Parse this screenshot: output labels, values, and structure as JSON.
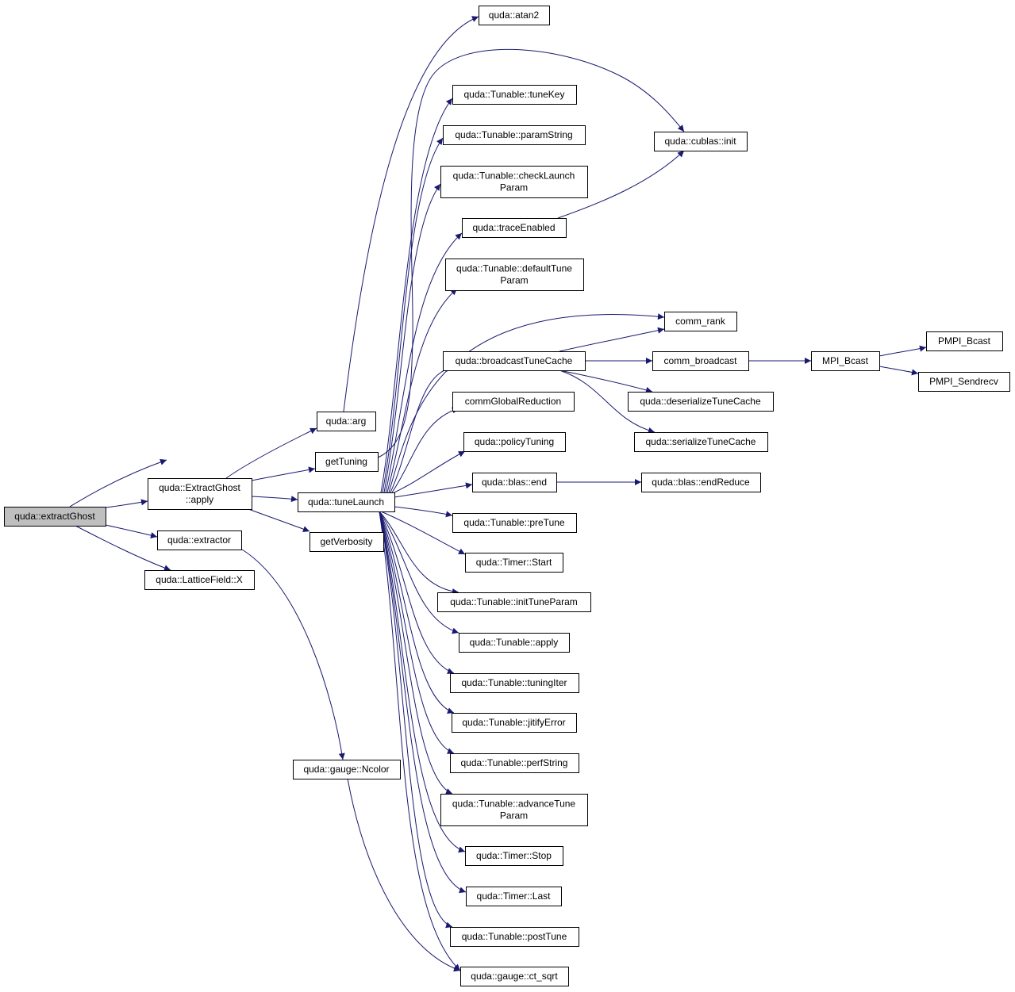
{
  "graph": {
    "title": "",
    "colors": {
      "edge": "#191970",
      "node_border": "#000000",
      "node_fill": "#ffffff",
      "root_fill": "#bfbfbf"
    },
    "nodes": [
      {
        "id": "extractGhost",
        "lines": [
          "quda::extractGhost"
        ],
        "root": true
      },
      {
        "id": "eg_apply",
        "lines": [
          "quda::ExtractGhost",
          "::apply"
        ]
      },
      {
        "id": "extractor",
        "lines": [
          "quda::extractor"
        ]
      },
      {
        "id": "lfX",
        "lines": [
          "quda::LatticeField::X"
        ]
      },
      {
        "id": "arg",
        "lines": [
          "quda::arg"
        ]
      },
      {
        "id": "getTuning",
        "lines": [
          "getTuning"
        ]
      },
      {
        "id": "tuneLaunch",
        "lines": [
          "quda::tuneLaunch"
        ]
      },
      {
        "id": "getVerbosity",
        "lines": [
          "getVerbosity"
        ]
      },
      {
        "id": "ncolor",
        "lines": [
          "quda::gauge::Ncolor"
        ]
      },
      {
        "id": "atan2",
        "lines": [
          "quda::atan2"
        ]
      },
      {
        "id": "tuneKey",
        "lines": [
          "quda::Tunable::tuneKey"
        ]
      },
      {
        "id": "paramString",
        "lines": [
          "quda::Tunable::paramString"
        ]
      },
      {
        "id": "checkLaunch",
        "lines": [
          "quda::Tunable::checkLaunch",
          "Param"
        ]
      },
      {
        "id": "traceEnabled",
        "lines": [
          "quda::traceEnabled"
        ]
      },
      {
        "id": "defaultTune",
        "lines": [
          "quda::Tunable::defaultTune",
          "Param"
        ]
      },
      {
        "id": "broadcastTC",
        "lines": [
          "quda::broadcastTuneCache"
        ]
      },
      {
        "id": "commGR",
        "lines": [
          "commGlobalReduction"
        ]
      },
      {
        "id": "policyTuning",
        "lines": [
          "quda::policyTuning"
        ]
      },
      {
        "id": "blasEnd",
        "lines": [
          "quda::blas::end"
        ]
      },
      {
        "id": "preTune",
        "lines": [
          "quda::Tunable::preTune"
        ]
      },
      {
        "id": "timerStart",
        "lines": [
          "quda::Timer::Start"
        ]
      },
      {
        "id": "initTune",
        "lines": [
          "quda::Tunable::initTuneParam"
        ]
      },
      {
        "id": "tApply",
        "lines": [
          "quda::Tunable::apply"
        ]
      },
      {
        "id": "tuningIter",
        "lines": [
          "quda::Tunable::tuningIter"
        ]
      },
      {
        "id": "jitify",
        "lines": [
          "quda::Tunable::jitifyError"
        ]
      },
      {
        "id": "perfString",
        "lines": [
          "quda::Tunable::perfString"
        ]
      },
      {
        "id": "advanceTune",
        "lines": [
          "quda::Tunable::advanceTune",
          "Param"
        ]
      },
      {
        "id": "timerStop",
        "lines": [
          "quda::Timer::Stop"
        ]
      },
      {
        "id": "timerLast",
        "lines": [
          "quda::Timer::Last"
        ]
      },
      {
        "id": "postTune",
        "lines": [
          "quda::Tunable::postTune"
        ]
      },
      {
        "id": "ctSqrt",
        "lines": [
          "quda::gauge::ct_sqrt"
        ]
      },
      {
        "id": "cublasInit",
        "lines": [
          "quda::cublas::init"
        ]
      },
      {
        "id": "commRank",
        "lines": [
          "comm_rank"
        ]
      },
      {
        "id": "commBcast",
        "lines": [
          "comm_broadcast"
        ]
      },
      {
        "id": "deser",
        "lines": [
          "quda::deserializeTuneCache"
        ]
      },
      {
        "id": "ser",
        "lines": [
          "quda::serializeTuneCache"
        ]
      },
      {
        "id": "endReduce",
        "lines": [
          "quda::blas::endReduce"
        ]
      },
      {
        "id": "mpiBcast",
        "lines": [
          "MPI_Bcast"
        ]
      },
      {
        "id": "pmpiBcast",
        "lines": [
          "PMPI_Bcast"
        ]
      },
      {
        "id": "pmpiSendrecv",
        "lines": [
          "PMPI_Sendrecv"
        ]
      }
    ],
    "edges": [
      [
        "extractGhost",
        "eg_apply"
      ],
      [
        "extractGhost",
        "extractor"
      ],
      [
        "extractGhost",
        "lfX"
      ],
      [
        "extractGhost",
        "arg"
      ],
      [
        "eg_apply",
        "arg"
      ],
      [
        "eg_apply",
        "getTuning"
      ],
      [
        "eg_apply",
        "tuneLaunch"
      ],
      [
        "eg_apply",
        "getVerbosity"
      ],
      [
        "extractor",
        "ncolor"
      ],
      [
        "ncolor",
        "ctSqrt"
      ],
      [
        "arg",
        "atan2"
      ],
      [
        "getTuning",
        "cublasInit"
      ],
      [
        "tuneLaunch",
        "tuneKey"
      ],
      [
        "tuneLaunch",
        "paramString"
      ],
      [
        "tuneLaunch",
        "checkLaunch"
      ],
      [
        "tuneLaunch",
        "traceEnabled"
      ],
      [
        "tuneLaunch",
        "defaultTune"
      ],
      [
        "tuneLaunch",
        "commRank"
      ],
      [
        "tuneLaunch",
        "broadcastTC"
      ],
      [
        "tuneLaunch",
        "commGR"
      ],
      [
        "tuneLaunch",
        "policyTuning"
      ],
      [
        "tuneLaunch",
        "blasEnd"
      ],
      [
        "tuneLaunch",
        "preTune"
      ],
      [
        "tuneLaunch",
        "timerStart"
      ],
      [
        "tuneLaunch",
        "initTune"
      ],
      [
        "tuneLaunch",
        "tApply"
      ],
      [
        "tuneLaunch",
        "tuningIter"
      ],
      [
        "tuneLaunch",
        "jitify"
      ],
      [
        "tuneLaunch",
        "perfString"
      ],
      [
        "tuneLaunch",
        "advanceTune"
      ],
      [
        "tuneLaunch",
        "timerStop"
      ],
      [
        "tuneLaunch",
        "timerLast"
      ],
      [
        "tuneLaunch",
        "postTune"
      ],
      [
        "tuneLaunch",
        "ctSqrt"
      ],
      [
        "traceEnabled",
        "cublasInit"
      ],
      [
        "broadcastTC",
        "commRank"
      ],
      [
        "broadcastTC",
        "commBcast"
      ],
      [
        "broadcastTC",
        "deser"
      ],
      [
        "broadcastTC",
        "ser"
      ],
      [
        "commBcast",
        "mpiBcast"
      ],
      [
        "blasEnd",
        "endReduce"
      ],
      [
        "mpiBcast",
        "pmpiBcast"
      ],
      [
        "mpiBcast",
        "pmpiSendrecv"
      ]
    ]
  }
}
